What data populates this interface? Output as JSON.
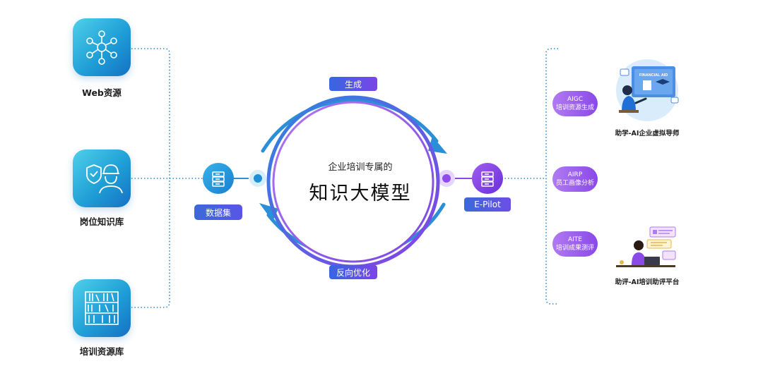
{
  "sources": [
    {
      "label": "Web资源",
      "icon": "network-people-icon"
    },
    {
      "label": "岗位知识库",
      "icon": "worker-shield-icon"
    },
    {
      "label": "培训资源库",
      "icon": "bookshelf-icon"
    }
  ],
  "dataset": {
    "label": "数据集",
    "icon": "database-icon"
  },
  "center": {
    "subtitle": "企业培训专属的",
    "title": "知识大模型"
  },
  "cycle": {
    "top_label": "生成",
    "bottom_label": "反向优化"
  },
  "epilot": {
    "label": "E-Pilot",
    "icon": "database-icon"
  },
  "capabilities": [
    {
      "code": "AIGC",
      "desc": "培训资源生成"
    },
    {
      "code": "AIRP",
      "desc": "员工画像分析"
    },
    {
      "code": "AITE",
      "desc": "培训成果测评"
    }
  ],
  "outputs": [
    {
      "label": "助学-AI企业虚拟导师",
      "badge": "FINANCIAL AID"
    },
    {
      "label": "助评-AI培训助评平台"
    }
  ],
  "colors": {
    "accent_blue": "#2a8fd6",
    "accent_purple": "#8a49e8",
    "dot_line": "#2f86c9"
  }
}
